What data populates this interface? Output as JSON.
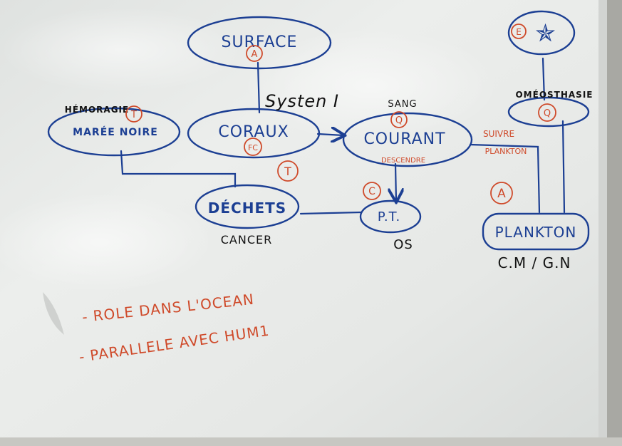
{
  "nodes": {
    "surface": {
      "label": "SURFACE",
      "mark": "A"
    },
    "coraux": {
      "label": "CORAUX",
      "mark": "FC"
    },
    "courant": {
      "label": "COURANT",
      "mark": "Q",
      "above": "SANG",
      "below": "DESCENDRE"
    },
    "maree": {
      "label": "MARÉE NOIRE",
      "mark": "T",
      "above": "HÉMORAGIE"
    },
    "dechets": {
      "label": "DÉCHETS",
      "mark": "T",
      "below": "CANCER"
    },
    "pt": {
      "label": "P.T.",
      "mark": "C",
      "below": "OS"
    },
    "star": {
      "label": "✯",
      "mark": "E"
    },
    "homeo": {
      "label": "OMÉOSTHASIE",
      "mark": "Q"
    },
    "plankton": {
      "label": "PLANKTON",
      "mark": "A",
      "below": "C.M / G.N"
    }
  },
  "edge_labels": {
    "system": "Systen I",
    "suivre": "SUIVRE",
    "suivre2": "PLANKTON"
  },
  "notes": [
    "- ROLE DANS L'OCEAN",
    "- PARALLELE AVEC HUM1"
  ],
  "colors": {
    "board": "#e9ebe9",
    "blue_marker": "#1c3f93",
    "black_marker": "#121212",
    "red_marker": "#cf4a2a"
  }
}
